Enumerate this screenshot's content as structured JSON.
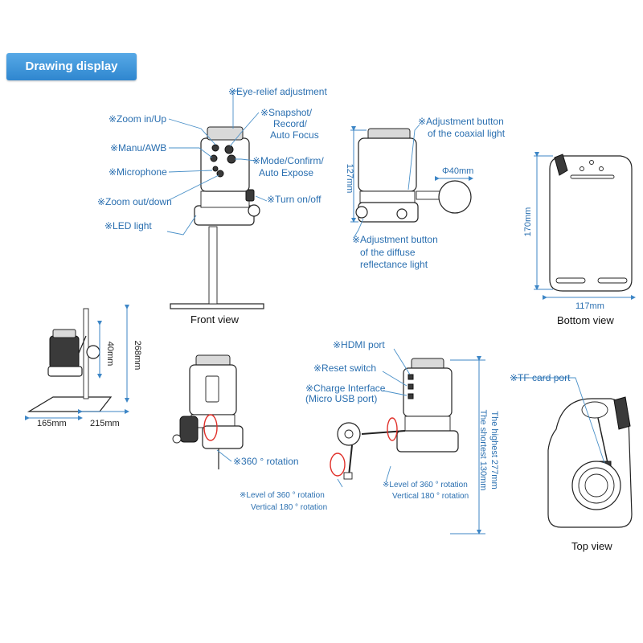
{
  "section_title": "Drawing display",
  "colors": {
    "accent": "#2f86cf",
    "label": "#2a6fb0",
    "rotation_arrow": "#e0302a",
    "device_dark": "#3a3a3a"
  },
  "front_view": {
    "caption": "Front view",
    "labels": {
      "eye_relief": "※Eye-relief adjustment",
      "zoom_in": "※Zoom in/Up",
      "snapshot_1": "※Snapshot/",
      "snapshot_2": "Record/",
      "snapshot_3": "Auto Focus",
      "manu_awb": "※Manu/AWB",
      "mode_1": "※Mode/Confirm/",
      "mode_2": "Auto Expose",
      "microphone": "※Microphone",
      "zoom_out": "※Zoom out/down",
      "turn_on": "※Turn on/off",
      "led_light": "※LED light"
    }
  },
  "side_view": {
    "height_dim": "127mm",
    "diameter_dim": "Φ40mm",
    "labels": {
      "coaxial_1": "※Adjustment button",
      "coaxial_2": "of the coaxial light",
      "diffuse_1": "※Adjustment button",
      "diffuse_2": "of the diffuse",
      "diffuse_3": "reflectance light"
    }
  },
  "bottom_view": {
    "caption": "Bottom view",
    "height_dim": "170mm",
    "width_dim": "117mm"
  },
  "stand_view": {
    "dim_40": "40mm",
    "dim_268": "268mm",
    "dim_165": "165mm",
    "dim_215": "215mm"
  },
  "rotation_view": {
    "rotation_label": "※360 ° rotation"
  },
  "ports_view": {
    "labels": {
      "hdmi": "※HDMI port",
      "reset": "※Reset switch",
      "charge_1": "※Charge Interface",
      "charge_2": "(Micro USB port)",
      "level_left_1": "※Level of 360 ° rotation",
      "level_left_2": "Vertical 180 ° rotation",
      "level_right_1": "※Level of 360 ° rotation",
      "level_right_2": "Vertical 180 ° rotation",
      "highest": "The highest 277mm",
      "shortest": "The shortest 130mm"
    }
  },
  "top_view": {
    "caption": "Top view",
    "tf_card": "※TF card port"
  }
}
